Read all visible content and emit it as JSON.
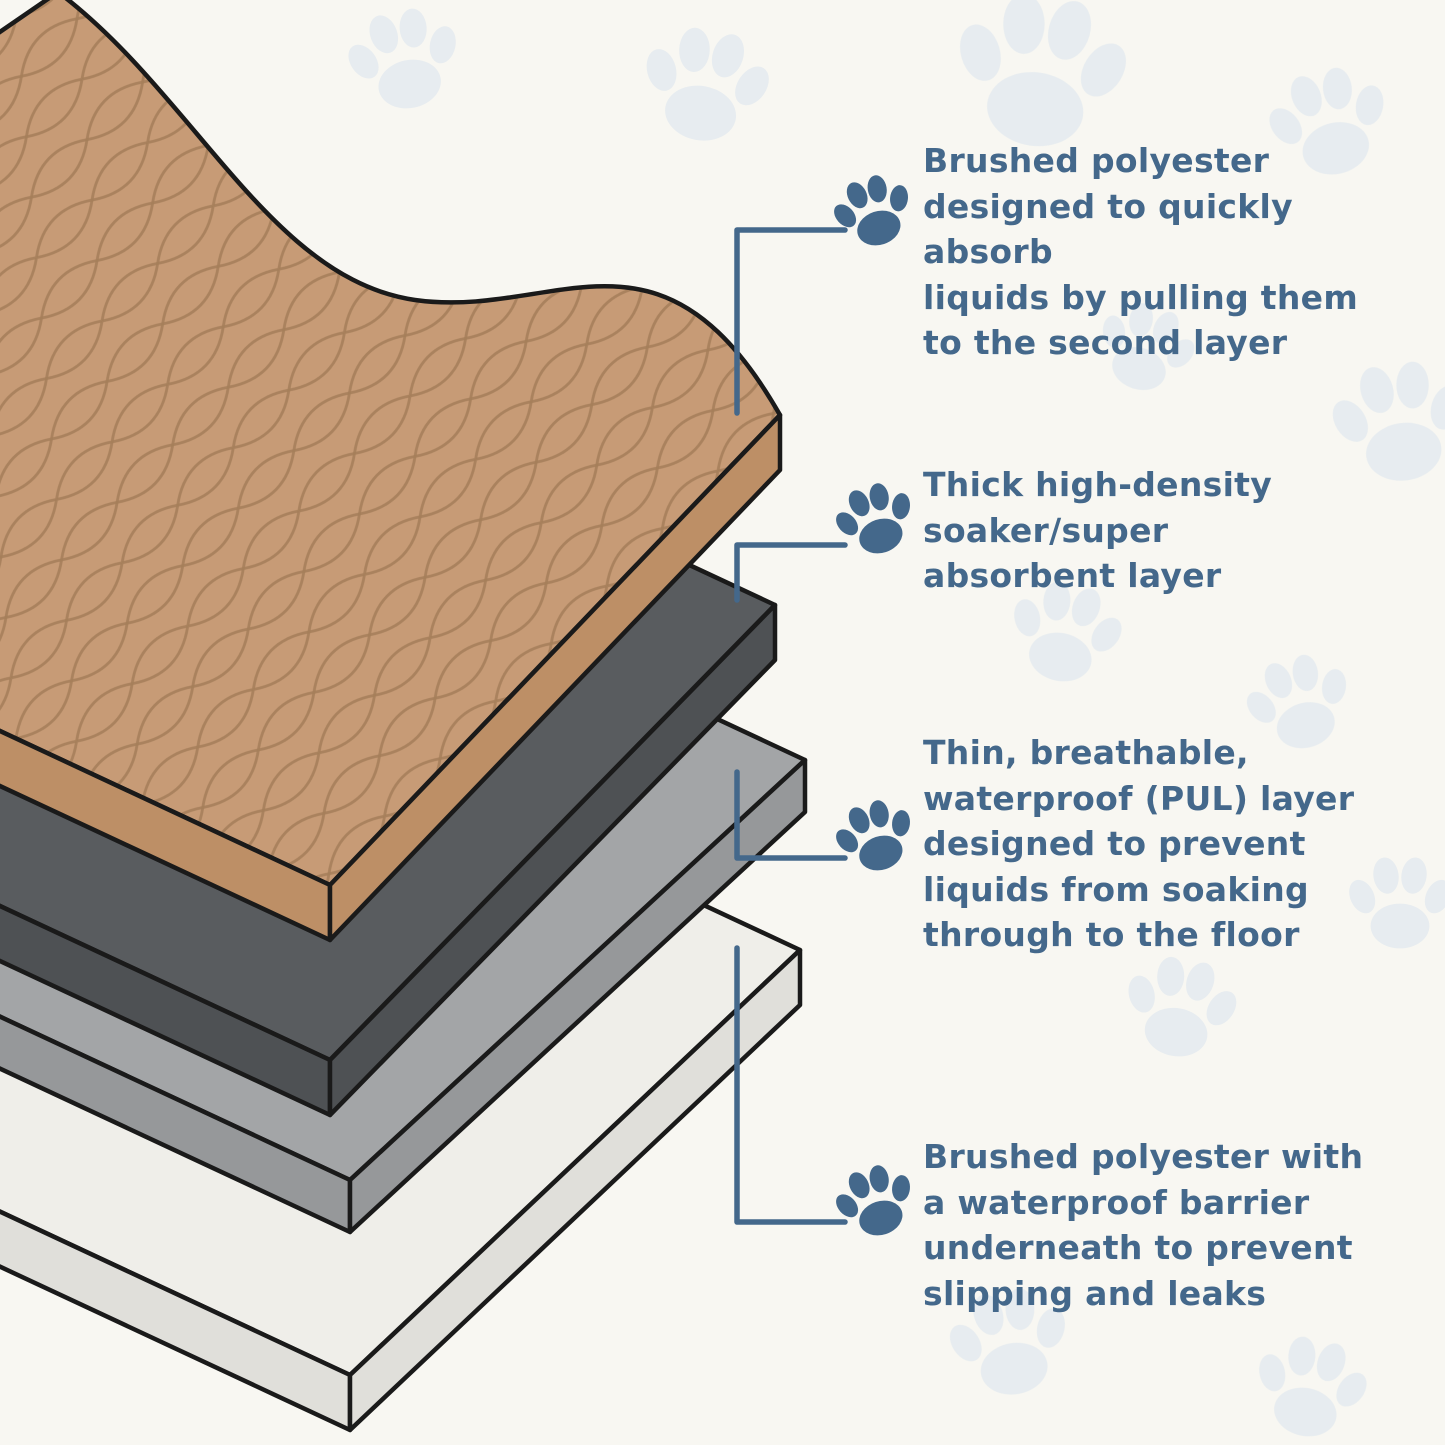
{
  "colors": {
    "background": "#f8f7f2",
    "outline": "#1a1a1a",
    "accent": "#44688b",
    "paw_watermark": "#d9e4ee"
  },
  "diagram": {
    "type": "exploded-layer-stack",
    "accent_color": "#44688b",
    "layers": [
      {
        "name": "quilted-top-layer",
        "top_color": "#c79b76",
        "side_color": "#bd8f66",
        "quilt_line_color": "#a57e59"
      },
      {
        "name": "soaker-layer",
        "top_color": "#595c5f",
        "side_color": "#4e5154"
      },
      {
        "name": "waterproof-pul-layer",
        "top_color": "#a3a5a7",
        "side_color": "#96989a"
      },
      {
        "name": "base-layer",
        "top_color": "#efeee9",
        "side_color": "#e0dfda"
      }
    ],
    "callouts": [
      {
        "icon": "paw-icon",
        "text": "Brushed polyester\ndesigned to quickly absorb\nliquids by pulling them\nto the second layer"
      },
      {
        "icon": "paw-icon",
        "text": "Thick high-density\nsoaker/super\nabsorbent layer"
      },
      {
        "icon": "paw-icon",
        "text": "Thin, breathable,\nwaterproof (PUL) layer\ndesigned to prevent\nliquids from soaking\nthrough to the floor"
      },
      {
        "icon": "paw-icon",
        "text": "Brushed polyester with\na waterproof barrier\nunderneath to prevent\nslipping and leaks"
      }
    ]
  }
}
